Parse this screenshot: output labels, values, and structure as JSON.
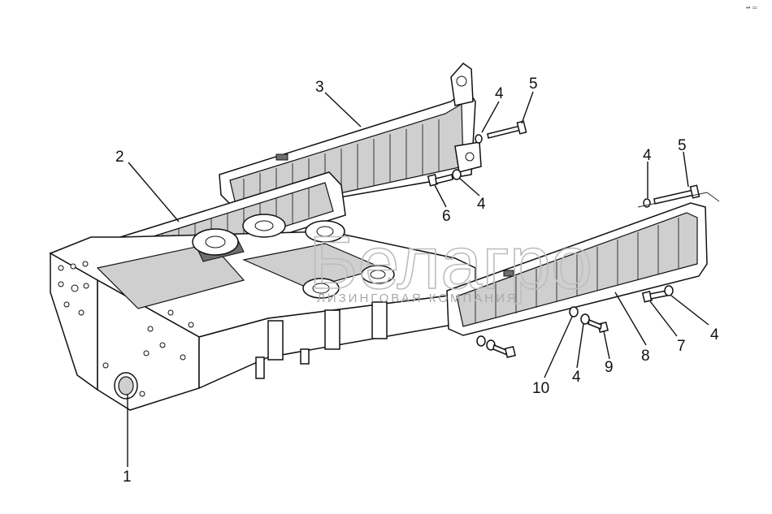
{
  "watermark": {
    "main": "Белагро",
    "sub": "ЛИЗИНГОВАЯ КОМПАНИЯ"
  },
  "corner_mark": "•• ═",
  "callouts": [
    {
      "id": "c1",
      "label": "1"
    },
    {
      "id": "c2",
      "label": "2"
    },
    {
      "id": "c3",
      "label": "3"
    },
    {
      "id": "c4a",
      "label": "4"
    },
    {
      "id": "c5a",
      "label": "5"
    },
    {
      "id": "c6",
      "label": "6"
    },
    {
      "id": "c4b",
      "label": "4"
    },
    {
      "id": "c4c",
      "label": "4"
    },
    {
      "id": "c5b",
      "label": "5"
    },
    {
      "id": "c4d",
      "label": "4"
    },
    {
      "id": "c7",
      "label": "7"
    },
    {
      "id": "c8",
      "label": "8"
    },
    {
      "id": "c9",
      "label": "9"
    },
    {
      "id": "c4e",
      "label": "4"
    },
    {
      "id": "c10",
      "label": "10"
    }
  ]
}
